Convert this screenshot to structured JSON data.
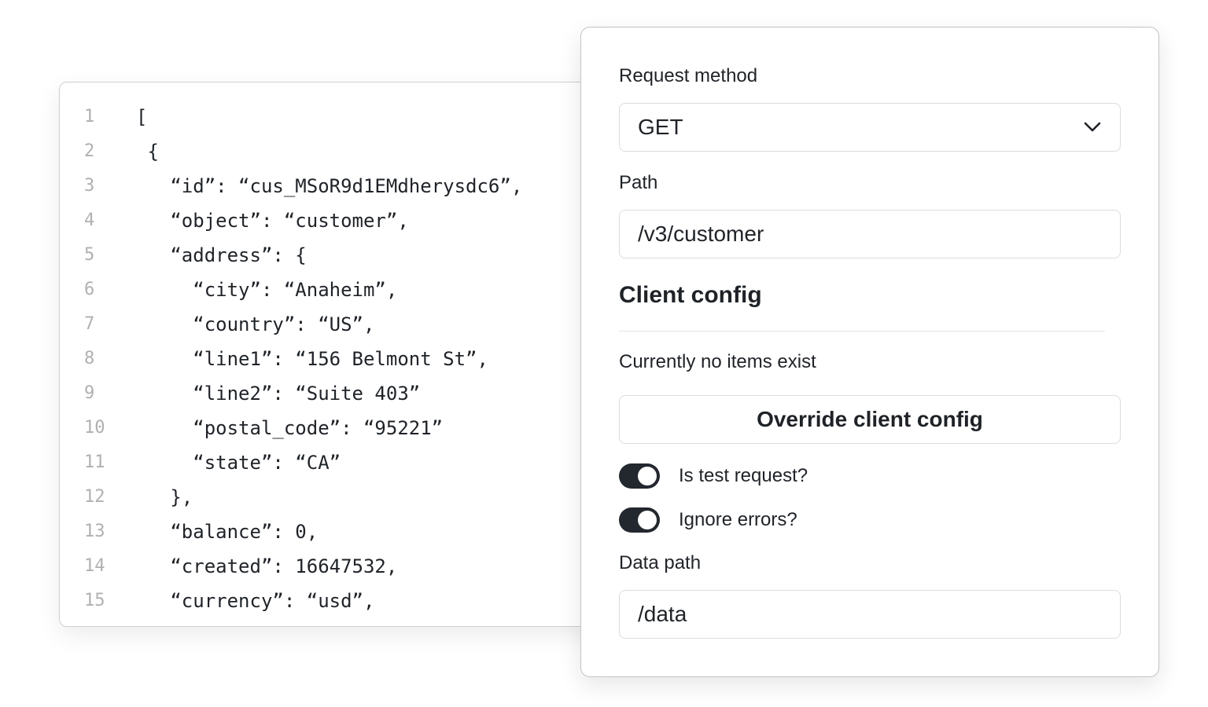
{
  "code_editor": {
    "lines": [
      {
        "num": "1",
        "text": "["
      },
      {
        "num": "2",
        "text": " {"
      },
      {
        "num": "3",
        "text": "   “id”: “cus_MSoR9d1EMdherysdc6”,"
      },
      {
        "num": "4",
        "text": "   “object”: “customer”,"
      },
      {
        "num": "5",
        "text": "   “address”: {"
      },
      {
        "num": "6",
        "text": "     “city”: “Anaheim”,"
      },
      {
        "num": "7",
        "text": "     “country”: “US”,"
      },
      {
        "num": "8",
        "text": "     “line1”: “156 Belmont St”,"
      },
      {
        "num": "9",
        "text": "     “line2”: “Suite 403”"
      },
      {
        "num": "10",
        "text": "     “postal_code”: “95221”"
      },
      {
        "num": "11",
        "text": "     “state”: “CA”"
      },
      {
        "num": "12",
        "text": "   },"
      },
      {
        "num": "13",
        "text": "   “balance”: 0,"
      },
      {
        "num": "14",
        "text": "   “created”: 16647532,"
      },
      {
        "num": "15",
        "text": "   “currency”: “usd”,"
      }
    ]
  },
  "config": {
    "request_method": {
      "label": "Request method",
      "value": "GET",
      "icon": "chevron-down-icon"
    },
    "path": {
      "label": "Path",
      "value": "/v3/customer"
    },
    "client_config": {
      "title": "Client config",
      "empty_text": "Currently no items exist",
      "override_button": "Override client config"
    },
    "toggles": [
      {
        "label": "Is test request?",
        "on": true
      },
      {
        "label": "Ignore errors?",
        "on": true
      }
    ],
    "data_path": {
      "label": "Data path",
      "value": "/data"
    }
  },
  "colors": {
    "toggle_on": "#23272e",
    "text": "#1f2328",
    "line_number": "#b0b0b0",
    "border": "#dcdcdc"
  }
}
